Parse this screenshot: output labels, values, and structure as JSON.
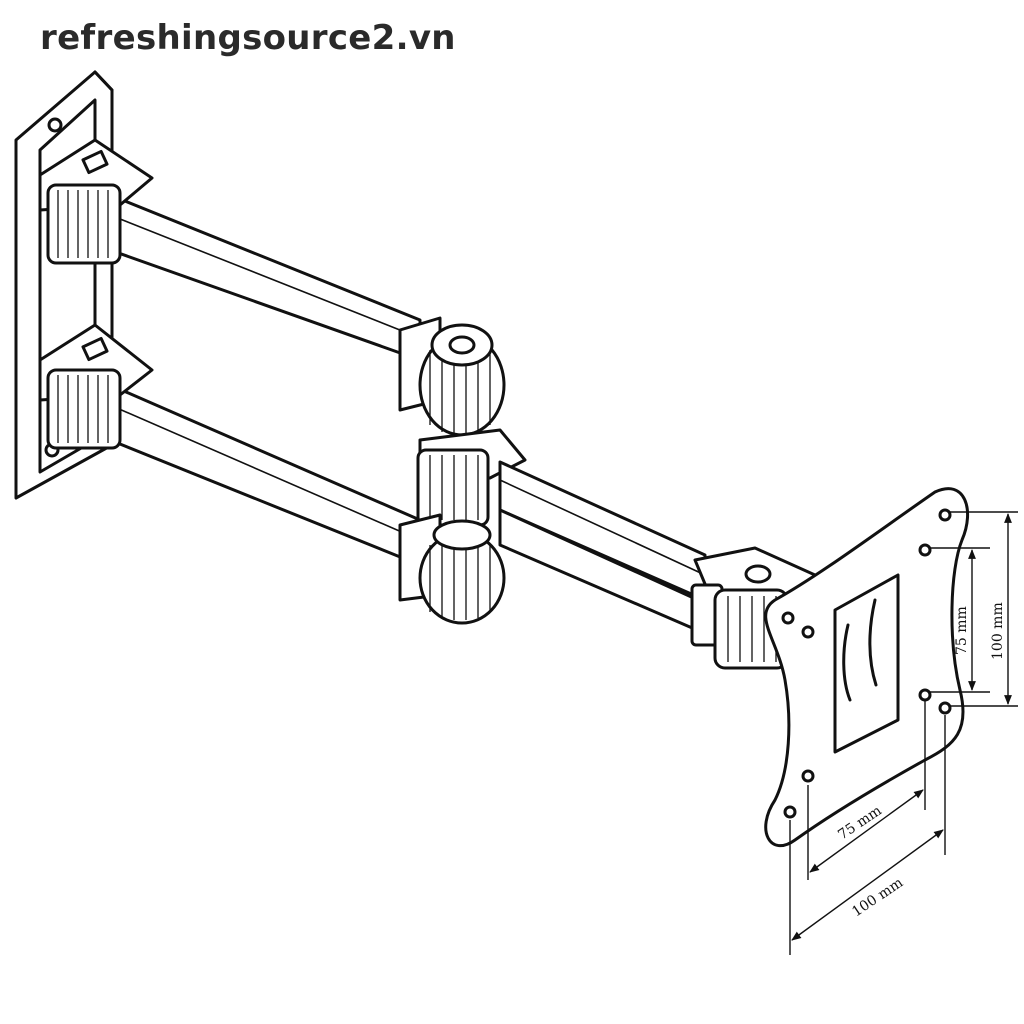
{
  "watermark": "refreshingsource2.vn",
  "dimensions": {
    "vertical_75": "75 mm",
    "vertical_100": "100 mm",
    "horizontal_75": "75 mm",
    "horizontal_100": "100 mm"
  }
}
